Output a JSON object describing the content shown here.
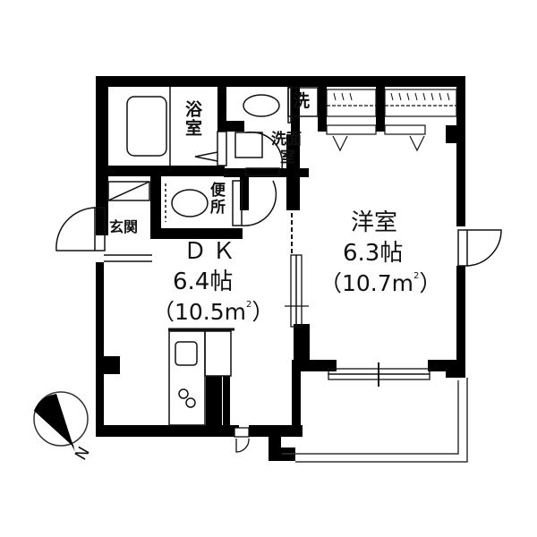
{
  "floor_plan": {
    "colors": {
      "wall": "#000000",
      "background": "#ffffff",
      "line": "#111111"
    },
    "rooms": {
      "bath": {
        "label": "浴室"
      },
      "washing_machine": {
        "label": "洗"
      },
      "washroom": {
        "label_line1": "洗面",
        "label_line2": "室"
      },
      "toilet": {
        "label": "便所"
      },
      "entrance": {
        "label": "玄関"
      },
      "dk": {
        "name": "ＤＫ",
        "size_jo": "6.4帖",
        "area_open": "（10.5m",
        "area_close": "）",
        "sq": "2"
      },
      "western_room": {
        "name": "洋室",
        "size_jo": "6.3帖",
        "area_open": "（10.7m",
        "area_close": "）",
        "sq": "2"
      }
    },
    "compass": {
      "label": "N",
      "icon": "north-arrow-icon"
    }
  }
}
